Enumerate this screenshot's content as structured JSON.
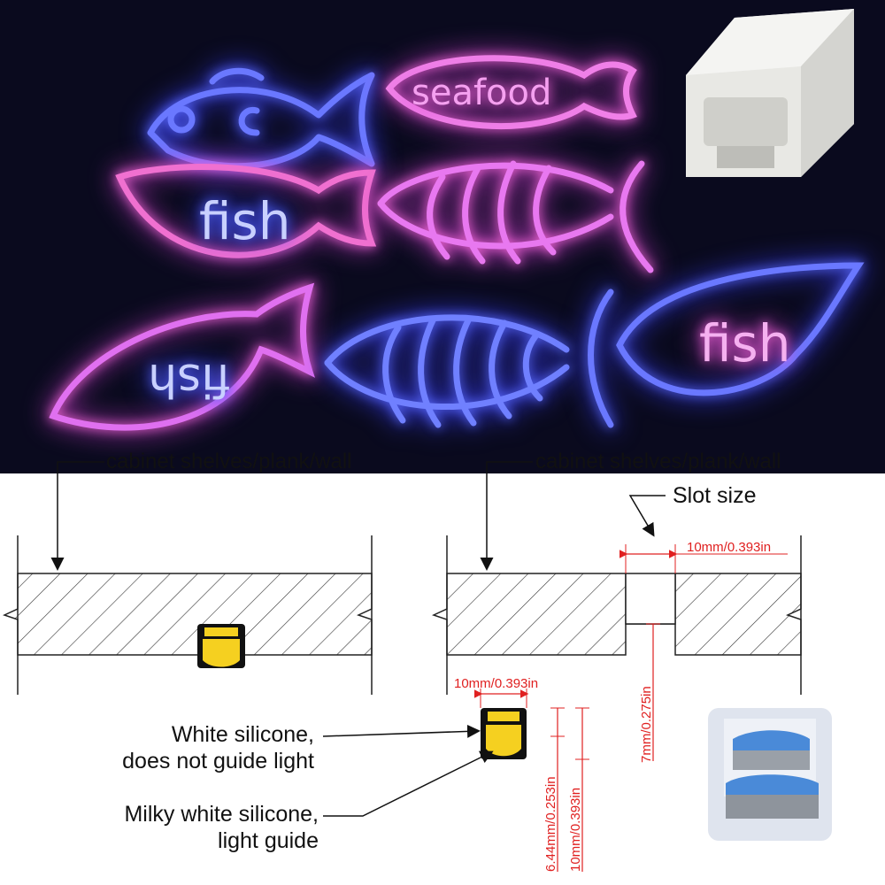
{
  "photo": {
    "sign_words": [
      "seafood",
      "fish",
      "fish",
      "fish"
    ],
    "colors": {
      "blue_neon": "#5866ff",
      "pink_neon": "#f070e8",
      "magenta_neon": "#c060f0",
      "background": "#0a0a1e"
    }
  },
  "diagram": {
    "surface_label_left": "cabinet shelves/plank/wall",
    "surface_label_right": "cabinet shelves/plank/wall",
    "slot_size_label": "Slot size",
    "slot_width": "10mm/0.393in",
    "slot_depth": "7mm/0.275in",
    "profile_width": "10mm/0.393in",
    "profile_height_inner": "6.44mm/0.253in",
    "profile_height_outer": "10mm/0.393in",
    "label_white_line1": "White silicone,",
    "label_white_line2": "does not guide light",
    "label_milky_line1": "Milky white silicone,",
    "label_milky_line2": "light guide",
    "colors": {
      "dimension_red": "#e02020",
      "profile_yellow": "#f5d020",
      "profile_black": "#111111"
    }
  }
}
